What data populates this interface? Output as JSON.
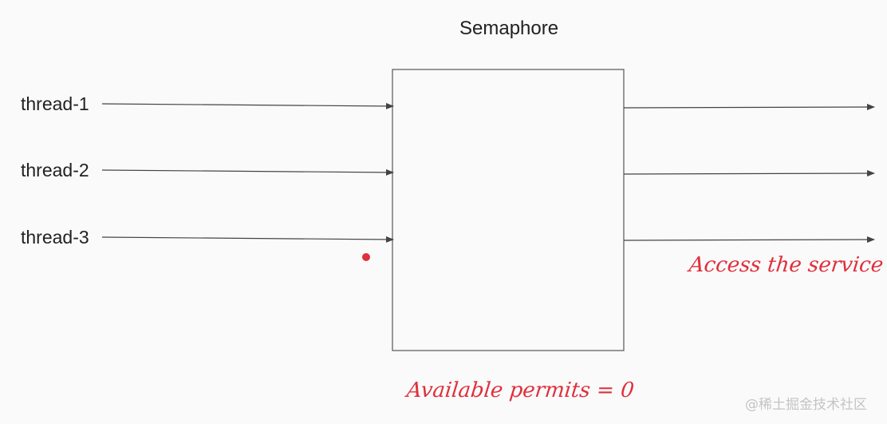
{
  "diagram": {
    "title": "Semaphore",
    "threads": [
      {
        "label": "thread-1"
      },
      {
        "label": "thread-2"
      },
      {
        "label": "thread-3"
      }
    ],
    "access_note": "Access the service",
    "permits_note": "Available permits = 0",
    "watermark": "@稀土掘金技术社区",
    "colors": {
      "line": "#444444",
      "box_border": "#555555",
      "annotation": "#e0303c",
      "background": "#fafafa"
    }
  }
}
